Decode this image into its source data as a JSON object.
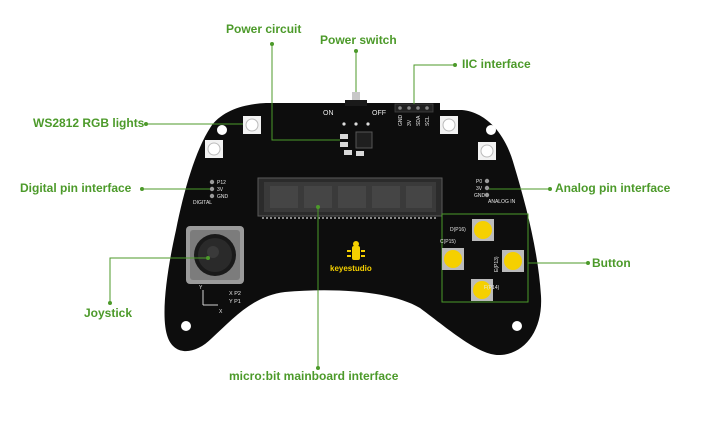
{
  "labels": {
    "power_circuit": "Power circuit",
    "power_switch": "Power switch",
    "iic_interface": "IIC interface",
    "ws2812": "WS2812 RGB lights",
    "digital_pin": "Digital pin interface",
    "analog_pin": "Analog pin interface",
    "button": "Button",
    "joystick": "Joystick",
    "microbit": "micro:bit mainboard interface"
  },
  "silkscreen": {
    "on": "ON",
    "off": "OFF",
    "iic_pins": [
      "GND",
      "3V",
      "SDA",
      "SCL"
    ],
    "digital_pins": [
      "P12",
      "3V",
      "GND"
    ],
    "digital_title": "DIGITAL",
    "analog_pins": [
      "P0",
      "3V",
      "GND"
    ],
    "analog_title": "ANALOG IN",
    "btn_d": "D(P16)",
    "btn_c": "C(P15)",
    "btn_e": "E(P13)",
    "btn_f": "F(P14)",
    "joy_x": "X P2",
    "joy_y": "Y P1",
    "axis_y": "Y",
    "axis_x": "X",
    "brand": "keyestudio"
  },
  "colors": {
    "label": "#4c9a2a",
    "board": "#0d0d0d",
    "button": "#f5d000",
    "silk": "#e8e8e8"
  }
}
